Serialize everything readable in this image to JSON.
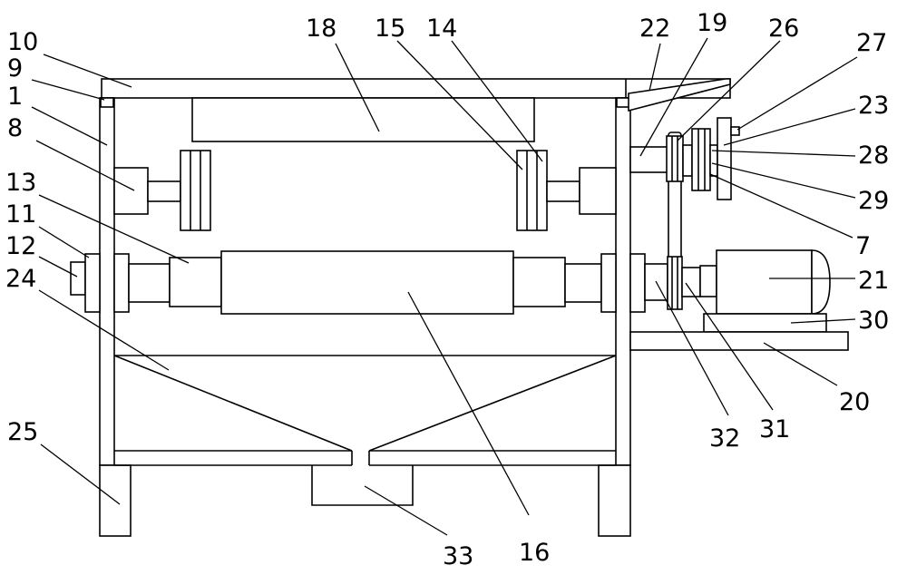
{
  "diagram": {
    "labels": {
      "l1": "1",
      "l7": "7",
      "l8": "8",
      "l9": "9",
      "l10": "10",
      "l11": "11",
      "l12": "12",
      "l13": "13",
      "l14": "14",
      "l15": "15",
      "l16": "16",
      "l18": "18",
      "l19": "19",
      "l20": "20",
      "l21": "21",
      "l22": "22",
      "l23": "23",
      "l24": "24",
      "l25": "25",
      "l26": "26",
      "l27": "27",
      "l28": "28",
      "l29": "29",
      "l30": "30",
      "l31": "31",
      "l32": "32",
      "l33": "33"
    }
  }
}
